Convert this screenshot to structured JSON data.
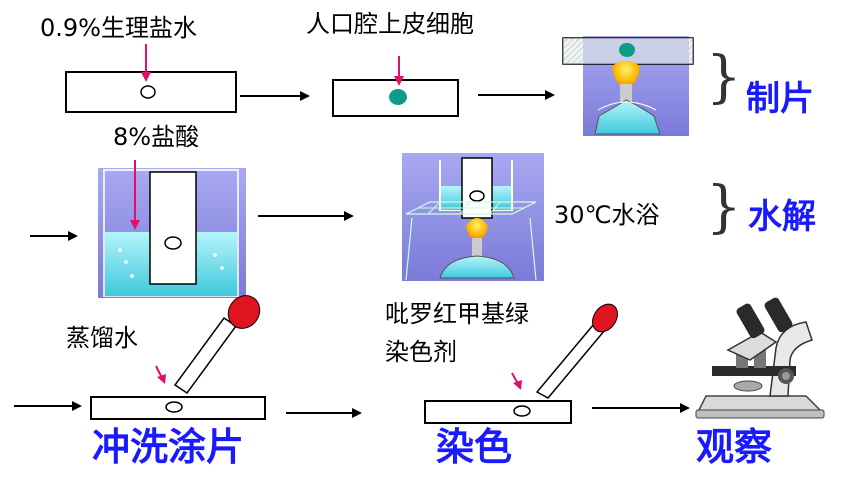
{
  "labels": {
    "saline": "0.9%生理盐水",
    "cheek_cells": "人口腔上皮细胞",
    "hcl": "8%盐酸",
    "water_bath": "30℃水浴",
    "distilled_water": "蒸馏水",
    "stain_line1": "吡罗红甲基绿",
    "stain_line2": "染色剂"
  },
  "stages": {
    "make_slide": "制片",
    "hydrolysis": "水解",
    "rinse": "冲洗涂片",
    "stain": "染色",
    "observe": "观察"
  },
  "colors": {
    "stage_text": "#1a1aff",
    "cell": "#0f9a8a",
    "pointer": "#e0106a",
    "dropper_bulb": "#e0141e",
    "beaker_bg": "#8c8ce6",
    "water": "#7fe3ef"
  }
}
